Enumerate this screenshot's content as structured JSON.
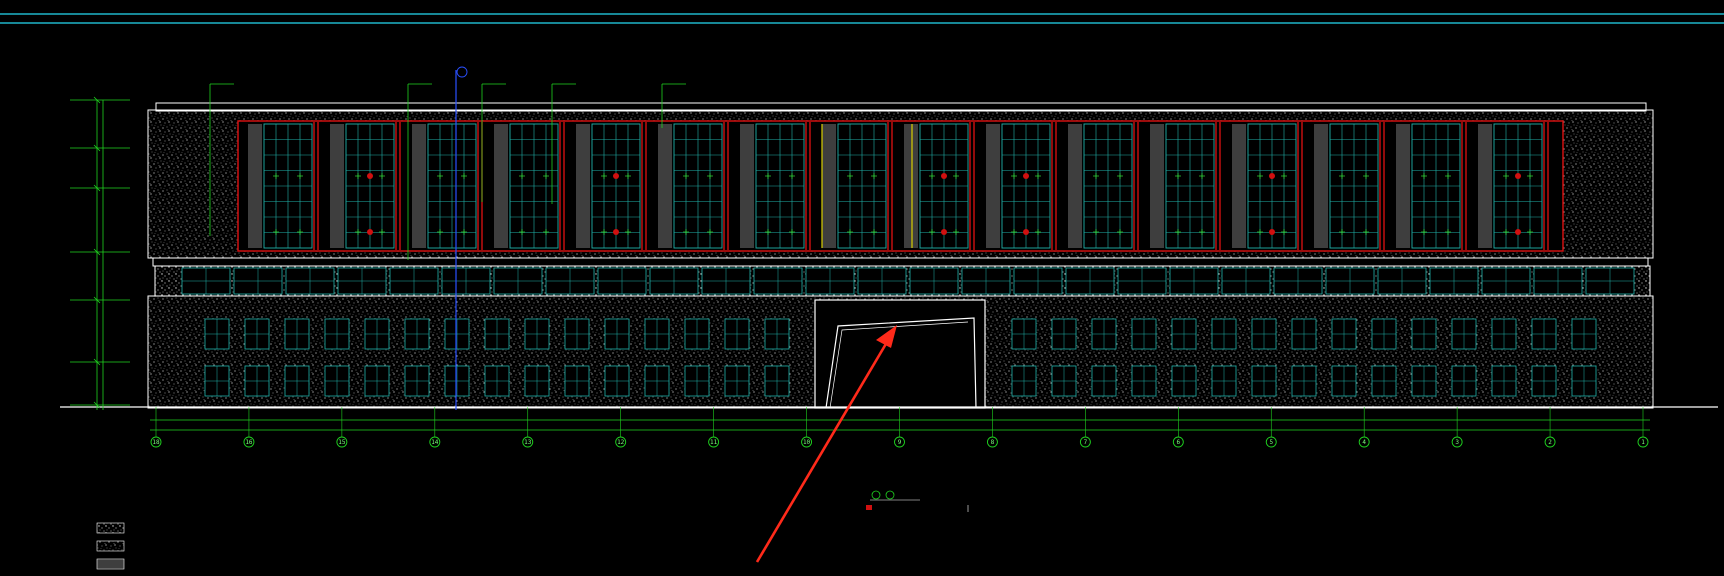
{
  "viewport": {
    "title": "",
    "background_color": "#000000"
  },
  "drawing": {
    "name": "building-elevation",
    "colors": {
      "background": "#000000",
      "cyan_line": "#1fb5c9",
      "frame": "#ffffff",
      "stone_dots": "#c8c8c8",
      "glass_grid": "#20b2aa",
      "window_red": "#d01010",
      "dim_green": "#1fd41f",
      "axis_blue": "#2a4fff",
      "yellow": "#d8d000",
      "annotation_arrow": "#ff2a1a"
    },
    "grid_axis_labels": [
      "18",
      "16",
      "15",
      "14",
      "13",
      "12",
      "11",
      "10",
      "9",
      "8",
      "7",
      "6",
      "5",
      "4",
      "3",
      "2",
      "1"
    ],
    "level_marks": [
      "",
      "",
      "",
      "",
      "",
      "",
      ""
    ],
    "callouts": [
      "",
      "",
      "",
      "",
      "",
      ""
    ],
    "legend": {
      "items": [
        {
          "label": "",
          "icon": "stone-hatch-swatch"
        },
        {
          "label": "",
          "icon": "dot-hatch-swatch"
        },
        {
          "label": "",
          "icon": "louver-swatch"
        }
      ]
    },
    "title_block": {
      "title": "",
      "subtitle": ""
    },
    "annotation": {
      "icon": "red-arrow-pointer"
    }
  }
}
